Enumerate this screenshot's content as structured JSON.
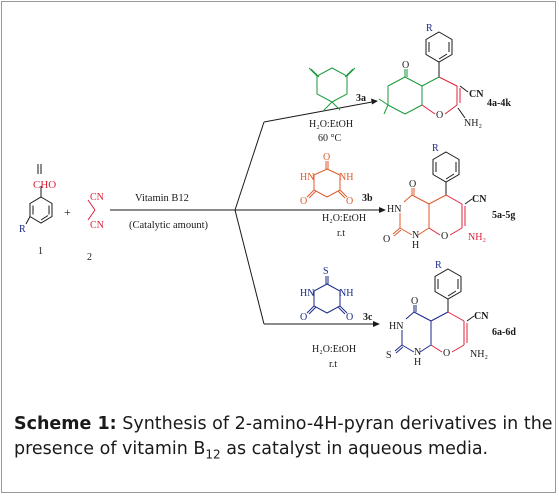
{
  "starting_materials": {
    "aldehyde": {
      "group": "CHO",
      "r": "R",
      "number": "1"
    },
    "malononitrile": {
      "cn_top": "CN",
      "cn_bottom": "CN",
      "number": "2"
    },
    "plus": "+"
  },
  "reaction": {
    "catalyst": "Vitamin B12",
    "catalyst_note": "(Catalytic amount)"
  },
  "branches": [
    {
      "label": "3a",
      "solvent": "H₂O:EtOH",
      "condition": "60 °C",
      "products": "4a-4k",
      "atoms": {
        "o_ketone": "O",
        "o_ring": "O",
        "cn": "CN",
        "nh2": "NH₂",
        "r": "R"
      }
    },
    {
      "label": "3b",
      "solvent": "H₂O:EtOH",
      "condition": "r.t",
      "products": "5a-5g",
      "atoms": {
        "o_top": "O",
        "o_left": "O",
        "o_ring": "O",
        "hn": "HN",
        "nh": "N",
        "nh_h": "H",
        "cn": "CN",
        "nh2": "NH₂",
        "r": "R"
      }
    },
    {
      "label": "3c",
      "solvent": "H₂O:EtOH",
      "condition": "r.t",
      "products": "6a-6d",
      "atoms": {
        "s": "S",
        "o_top": "O",
        "o_ring": "O",
        "hn": "HN",
        "nh": "N",
        "nh_h": "H",
        "cn": "CN",
        "nh2": "NH₂",
        "r": "R"
      }
    }
  ],
  "reagents": {
    "barbituric": {
      "o_top": "O",
      "hn": "HN",
      "nh": "NH",
      "o_left": "O",
      "o_right": "O"
    },
    "thiobarbituric": {
      "s": "S",
      "hn": "HN",
      "nh": "NH",
      "o_left": "O",
      "o_right": "O"
    }
  },
  "caption": {
    "label": "Scheme 1:",
    "text_before": " Synthesis of 2-amino-4H-pyran derivatives in the presence of vitamin B",
    "subscript": "12",
    "text_after": " as catalyst in aqueous media."
  },
  "colors": {
    "dimedone": "#1a9a3a",
    "barbituric": "#e05a2a",
    "thiobarbituric": "#1a2a8a",
    "pyran_red": "#e0203a",
    "bond": "#1a1a1a"
  }
}
